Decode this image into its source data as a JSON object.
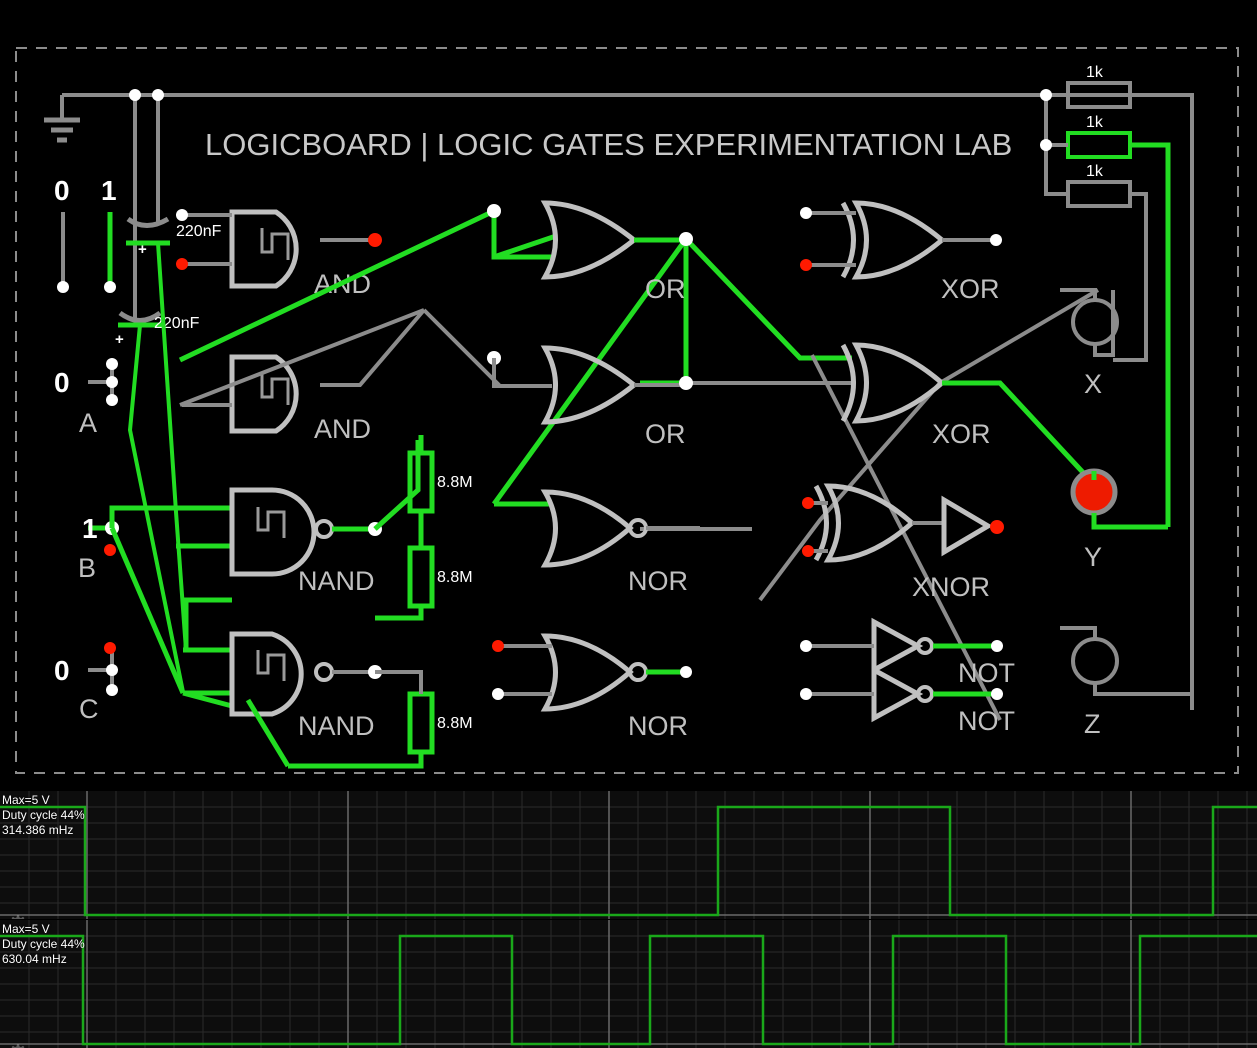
{
  "board": {
    "title": "LOGICBOARD | LOGIC GATES EXPERIMENTATION LAB",
    "colors": {
      "wire_idle": "#8c8c8c",
      "wire_live": "#22dd22",
      "node_high": "#ff1a00",
      "node_low": "#ffffff",
      "led_on": "#ee1b00",
      "background": "#000000",
      "border": "#8c8c8c"
    }
  },
  "logic_sources": [
    {
      "name": "logic-source-low",
      "label": "0"
    },
    {
      "name": "logic-source-high",
      "label": "1"
    }
  ],
  "capacitors": [
    {
      "label": "220nF",
      "polarity": "+"
    },
    {
      "label": "220nF",
      "polarity": "+"
    }
  ],
  "input_switches": [
    {
      "name": "A",
      "label": "A",
      "value": "0"
    },
    {
      "name": "B",
      "label": "B",
      "value": "1"
    },
    {
      "name": "C",
      "label": "C",
      "value": "0"
    }
  ],
  "resistors_mid": [
    {
      "label": "8.8M"
    },
    {
      "label": "8.8M"
    },
    {
      "label": "8.8M"
    }
  ],
  "resistors_right": [
    {
      "label": "1k"
    },
    {
      "label": "1k"
    },
    {
      "label": "1k"
    }
  ],
  "gates": [
    {
      "id": "and-1",
      "type": "AND",
      "label": "AND",
      "col": 1,
      "row": 1
    },
    {
      "id": "and-2",
      "type": "AND",
      "label": "AND",
      "col": 1,
      "row": 2
    },
    {
      "id": "nand-1",
      "type": "NAND",
      "label": "NAND",
      "col": 1,
      "row": 3
    },
    {
      "id": "nand-2",
      "type": "NAND",
      "label": "NAND",
      "col": 1,
      "row": 4
    },
    {
      "id": "or-1",
      "type": "OR",
      "label": "OR",
      "col": 2,
      "row": 1
    },
    {
      "id": "or-2",
      "type": "OR",
      "label": "OR",
      "col": 2,
      "row": 2
    },
    {
      "id": "nor-1",
      "type": "NOR",
      "label": "NOR",
      "col": 2,
      "row": 3
    },
    {
      "id": "nor-2",
      "type": "NOR",
      "label": "NOR",
      "col": 2,
      "row": 4
    },
    {
      "id": "xor-1",
      "type": "XOR",
      "label": "XOR",
      "col": 3,
      "row": 1
    },
    {
      "id": "xor-2",
      "type": "XOR",
      "label": "XOR",
      "col": 3,
      "row": 2
    },
    {
      "id": "xnor-1",
      "type": "XNOR",
      "label": "XNOR",
      "col": 3,
      "row": 3
    },
    {
      "id": "not-1",
      "type": "NOT",
      "label": "NOT",
      "col": 3,
      "row": 4
    },
    {
      "id": "not-2",
      "type": "NOT",
      "label": "NOT",
      "col": 3,
      "row": 4
    }
  ],
  "outputs": [
    {
      "name": "X",
      "label": "X",
      "state": "off"
    },
    {
      "name": "Y",
      "label": "Y",
      "state": "on"
    },
    {
      "name": "Z",
      "label": "Z",
      "state": "off"
    }
  ],
  "scopes": [
    {
      "name": "scope-1",
      "max": "Max=5 V",
      "duty": "Duty cycle 44%",
      "freq": "314.386 mHz",
      "gear": "gear-icon"
    },
    {
      "name": "scope-2",
      "max": "Max=5 V",
      "duty": "Duty cycle 44%",
      "freq": "630.04 mHz",
      "gear": "gear-icon"
    }
  ],
  "chart_data": [
    {
      "type": "line",
      "title": "scope-1",
      "ylabel": "V",
      "ylim": [
        0,
        5
      ],
      "annotations": [
        "Max=5 V",
        "Duty cycle 44%",
        "314.386 mHz"
      ],
      "x": [
        0,
        85,
        85,
        718,
        718,
        950,
        950,
        1213,
        1213,
        1257
      ],
      "values": [
        5,
        5,
        0,
        0,
        5,
        5,
        0,
        0,
        5,
        5
      ]
    },
    {
      "type": "line",
      "title": "scope-2",
      "ylabel": "V",
      "ylim": [
        0,
        5
      ],
      "annotations": [
        "Max=5 V",
        "Duty cycle 44%",
        "630.04 mHz"
      ],
      "x": [
        0,
        83,
        83,
        400,
        400,
        512,
        512,
        650,
        650,
        763,
        763,
        893,
        893,
        1006,
        1006,
        1140,
        1140,
        1257
      ],
      "values": [
        5,
        5,
        0,
        0,
        5,
        5,
        0,
        0,
        5,
        5,
        0,
        0,
        5,
        5,
        0,
        0,
        5,
        5
      ]
    }
  ]
}
